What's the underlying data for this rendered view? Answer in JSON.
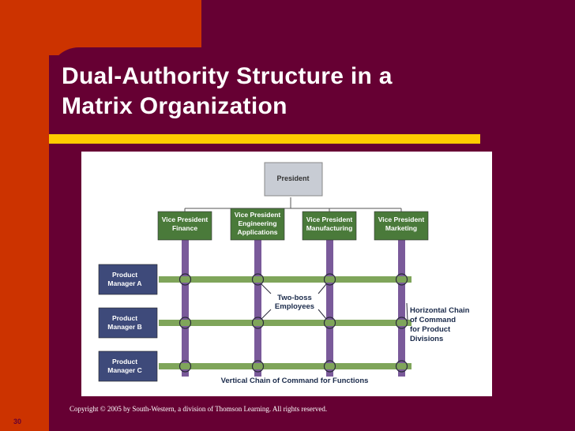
{
  "slide": {
    "title_line1": "Dual-Authority Structure in a",
    "title_line2": "Matrix Organization",
    "copyright": "Copyright © 2005 by South-Western, a division of Thomson Learning. All  rights reserved.",
    "page_number": "30"
  },
  "diagram": {
    "president": "President",
    "vice_presidents": [
      {
        "line1": "Vice President",
        "line2": "Finance",
        "line3": ""
      },
      {
        "line1": "Vice President",
        "line2": "Engineering",
        "line3": "Applications"
      },
      {
        "line1": "Vice President",
        "line2": "Manufacturing",
        "line3": ""
      },
      {
        "line1": "Vice President",
        "line2": "Marketing",
        "line3": ""
      }
    ],
    "product_managers": [
      {
        "line1": "Product",
        "line2": "Manager A"
      },
      {
        "line1": "Product",
        "line2": "Manager B"
      },
      {
        "line1": "Product",
        "line2": "Manager C"
      }
    ],
    "two_boss_label_line1": "Two-boss",
    "two_boss_label_line2": "Employees",
    "horizontal_chain": [
      "Horizontal Chain",
      "of Command",
      "for Product",
      "Divisions"
    ],
    "vertical_chain": "Vertical Chain of Command for Functions",
    "colors": {
      "green_box": "#4a7a3a",
      "green_line": "#7fa55a",
      "purple_line": "#7a5a9a",
      "purple_box": "#4a4a7a",
      "president_box": "#c8ccd4"
    }
  }
}
